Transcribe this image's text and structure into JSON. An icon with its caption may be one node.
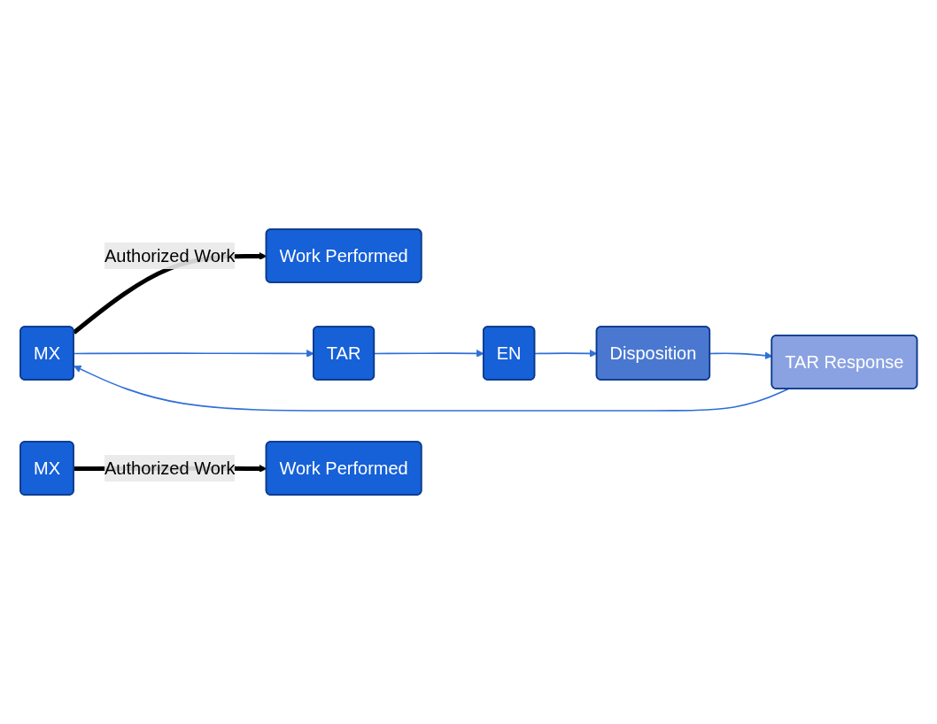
{
  "diagram": {
    "nodes": [
      {
        "text": [
          "MX"
        ]
      },
      {
        "text": [
          "Work Performed"
        ]
      },
      {
        "text": [
          "TAR"
        ]
      },
      {
        "text": [
          "EN"
        ]
      },
      {
        "text": [
          "Disposition"
        ]
      },
      {
        "text": [
          "TAR Response"
        ]
      },
      {
        "text": [
          "MX"
        ]
      },
      {
        "text": [
          "Work Performed"
        ]
      }
    ],
    "edges": [
      {
        "from": 0,
        "to": 1,
        "arrow": "to",
        "label": "Authorized Work",
        "style": "thick",
        "color": "#000000"
      },
      {
        "from": 0,
        "to": 2,
        "arrow": "to"
      },
      {
        "from": 2,
        "to": 3,
        "arrow": "to"
      },
      {
        "from": 3,
        "to": 4,
        "arrow": "to"
      },
      {
        "from": 4,
        "to": 5,
        "arrow": "to"
      },
      {
        "from": 5,
        "to": 0,
        "arrow": "to"
      },
      {
        "from": 6,
        "to": 7,
        "arrow": "to",
        "label": "Authorized Work",
        "style": "thick",
        "color": "#000000"
      }
    ]
  }
}
